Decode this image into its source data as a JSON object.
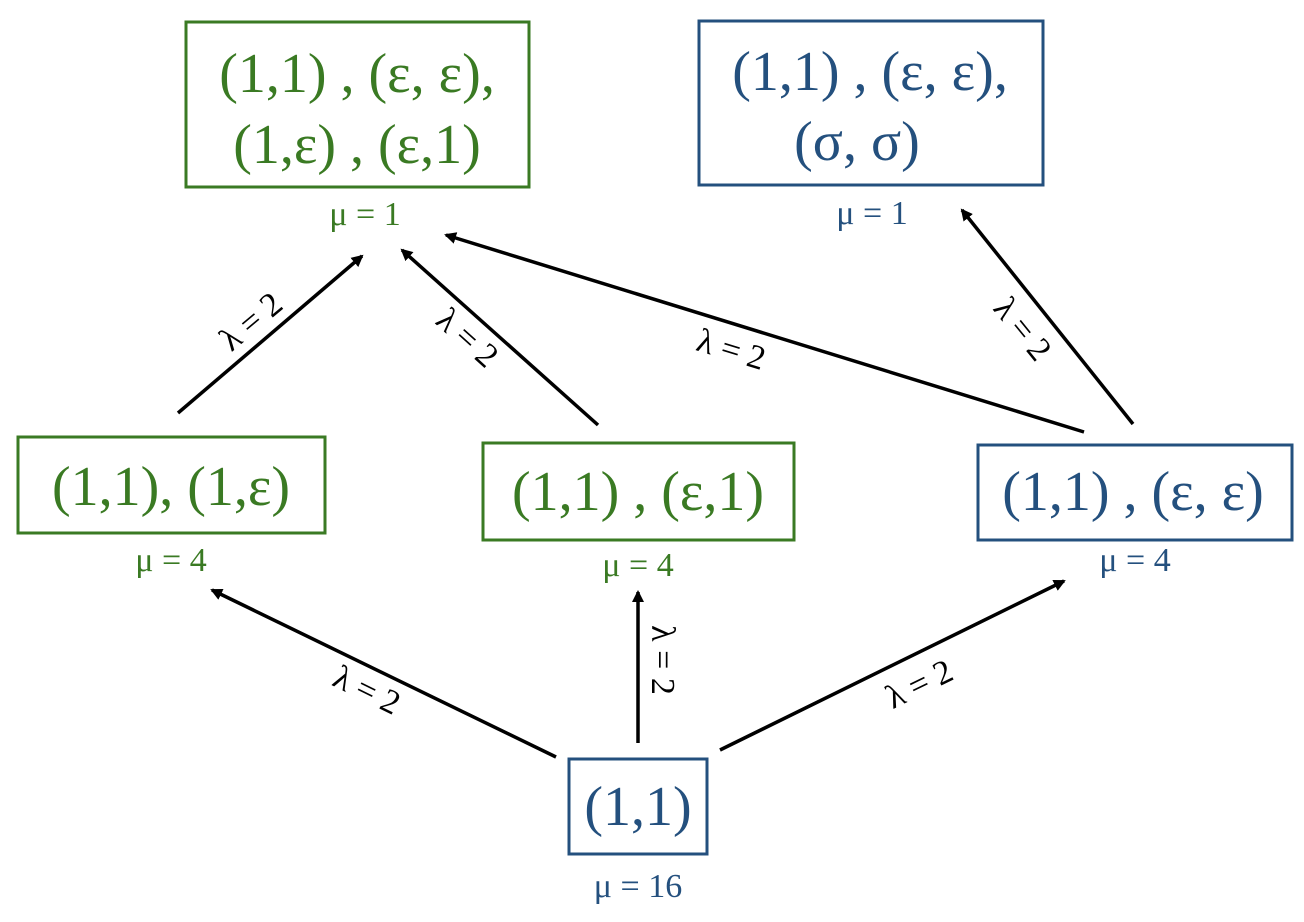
{
  "colors": {
    "green": "#3a7a23",
    "blue": "#24507e",
    "edge": "#000000"
  },
  "nodes": {
    "top_green": {
      "lines": [
        "(1,1) , (ε, ε),",
        "(1,ε) , (ε,1)"
      ],
      "mu": "μ = 1"
    },
    "top_blue": {
      "lines": [
        "(1,1) , (ε, ε),",
        "(σ, σ)"
      ],
      "mu": "μ = 1"
    },
    "mid_left": {
      "lines": [
        "(1,1), (1,ε)"
      ],
      "mu": "μ = 4"
    },
    "mid_center": {
      "lines": [
        "(1,1) , (ε,1)"
      ],
      "mu": "μ = 4"
    },
    "mid_right": {
      "lines": [
        "(1,1) , (ε, ε)"
      ],
      "mu": "μ = 4"
    },
    "bottom": {
      "lines": [
        "(1,1)"
      ],
      "mu": "μ = 16"
    }
  },
  "edges": {
    "bottom_to_mid_left": "λ = 2",
    "bottom_to_mid_center": "λ = 2",
    "bottom_to_mid_right": "λ = 2",
    "mid_left_to_top_green": "λ = 2",
    "mid_center_to_top_green": "λ = 2",
    "mid_right_to_top_green": "λ = 2",
    "mid_right_to_top_blue": "λ = 2"
  }
}
